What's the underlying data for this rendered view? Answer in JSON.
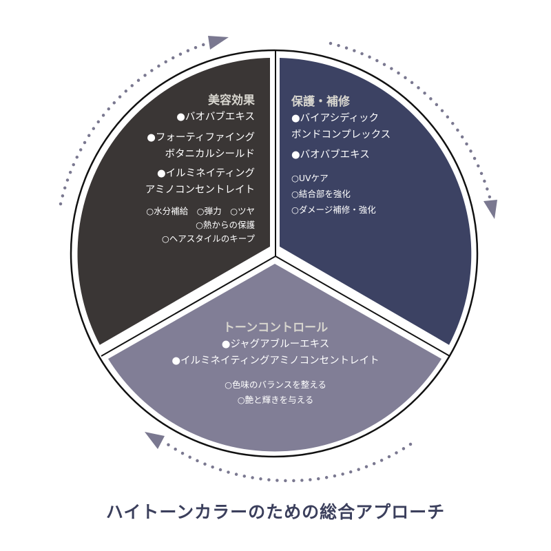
{
  "title": "ハイトーンカラーのための総合アプローチ",
  "colors": {
    "beauty_sector": "#3a3635",
    "protect_sector": "#3c4263",
    "tone_sector": "#817e96",
    "outline": "#111111",
    "arrow": "#7a7890",
    "heading_text": "#d8d6cf",
    "title_text": "#3b3f5c"
  },
  "sectors": {
    "beauty": {
      "heading": "美容効果",
      "primary": [
        "●バオバブエキス",
        "●フォーティファイング",
        "ボタニカルシールド",
        "●イルミネイティング",
        "アミノコンセントレイト"
      ],
      "secondary": [
        "○水分補給　○弾力　○ツヤ",
        "○熱からの保護",
        "○ヘアスタイルのキープ"
      ]
    },
    "protect": {
      "heading": "保護・補修",
      "primary": [
        "●バイアシディック",
        "ボンドコンプレックス",
        "●バオバブエキス"
      ],
      "secondary": [
        "○UVケア",
        "○結合部を強化",
        "○ダメージ補修・強化"
      ]
    },
    "tone": {
      "heading": "トーンコントロール",
      "primary": [
        "●ジャグアブルーエキス",
        "●イルミネイティングアミノコンセントレイト"
      ],
      "secondary": [
        "○色味のバランスを整える",
        "○艶と輝きを与える"
      ]
    }
  },
  "arrows": [
    "cycle-arrow-top-left",
    "cycle-arrow-top-right",
    "cycle-arrow-bottom"
  ]
}
